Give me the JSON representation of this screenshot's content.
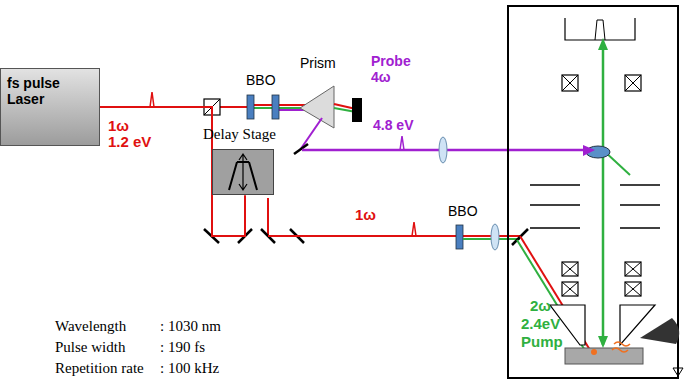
{
  "diagram": {
    "nodes": [
      {
        "text": [
          "fs pulse Laser"
        ]
      },
      {
        "text": [
          "Delay Stage"
        ]
      }
    ],
    "edges": [
      {
        "from": 0,
        "to": 1,
        "arrow": "none"
      }
    ],
    "labels": [
      "1ω",
      "1.2 eV",
      "BBO",
      "Prism",
      "Probe",
      "4ω",
      "4.8 eV",
      "1ω",
      "BBO",
      "2ω",
      "2.4eV",
      "Pump",
      "Wavelength",
      ": 1030 nm",
      "Pulse width",
      ": 190 fs",
      "Repetition rate",
      ": 100 kHz"
    ]
  }
}
